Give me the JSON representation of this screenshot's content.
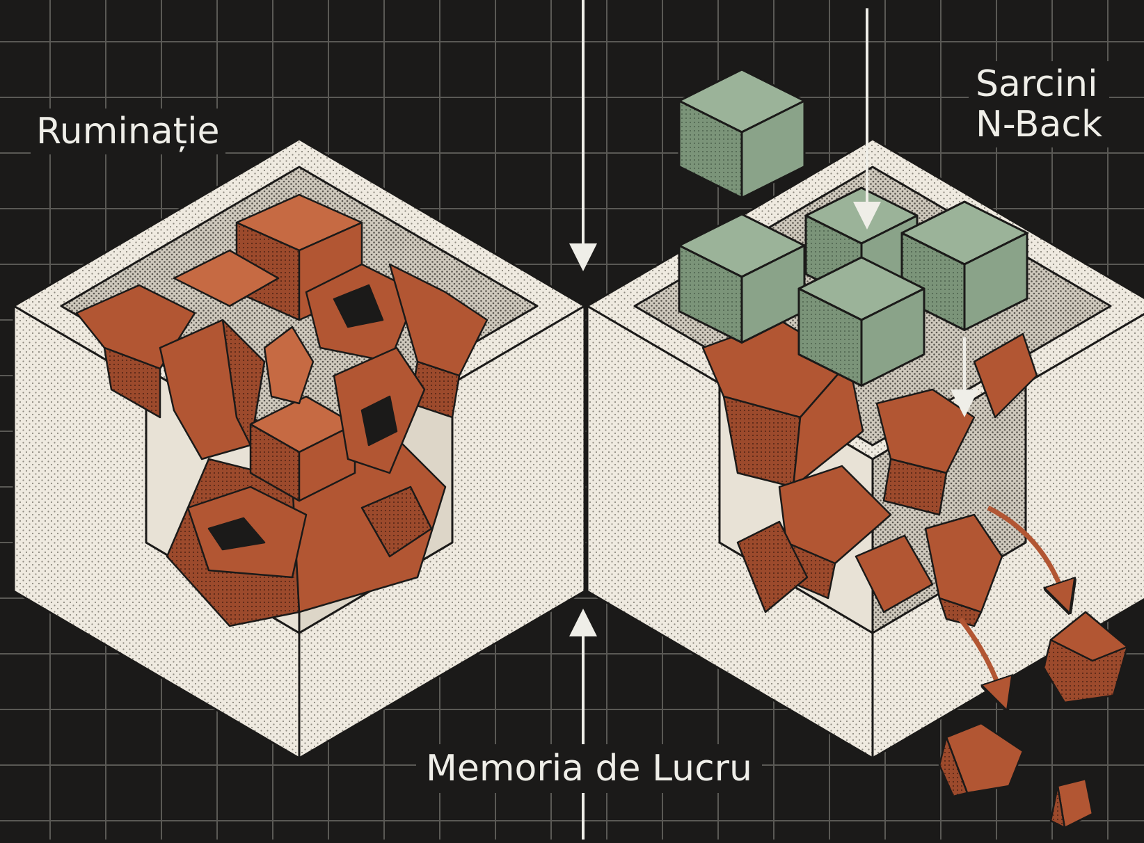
{
  "labels": {
    "left": "Ruminație",
    "right_line1": "Sarcini",
    "right_line2": "N-Back",
    "bottom": "Memoria de Lucru"
  },
  "colors": {
    "background": "#1b1a19",
    "grid": "#5a5955",
    "box": "#efeae0",
    "stipple": "#8d897f",
    "brick": "#b25633",
    "brick_dark": "#7d3a22",
    "green": "#8aa389",
    "text": "#efeee8"
  }
}
